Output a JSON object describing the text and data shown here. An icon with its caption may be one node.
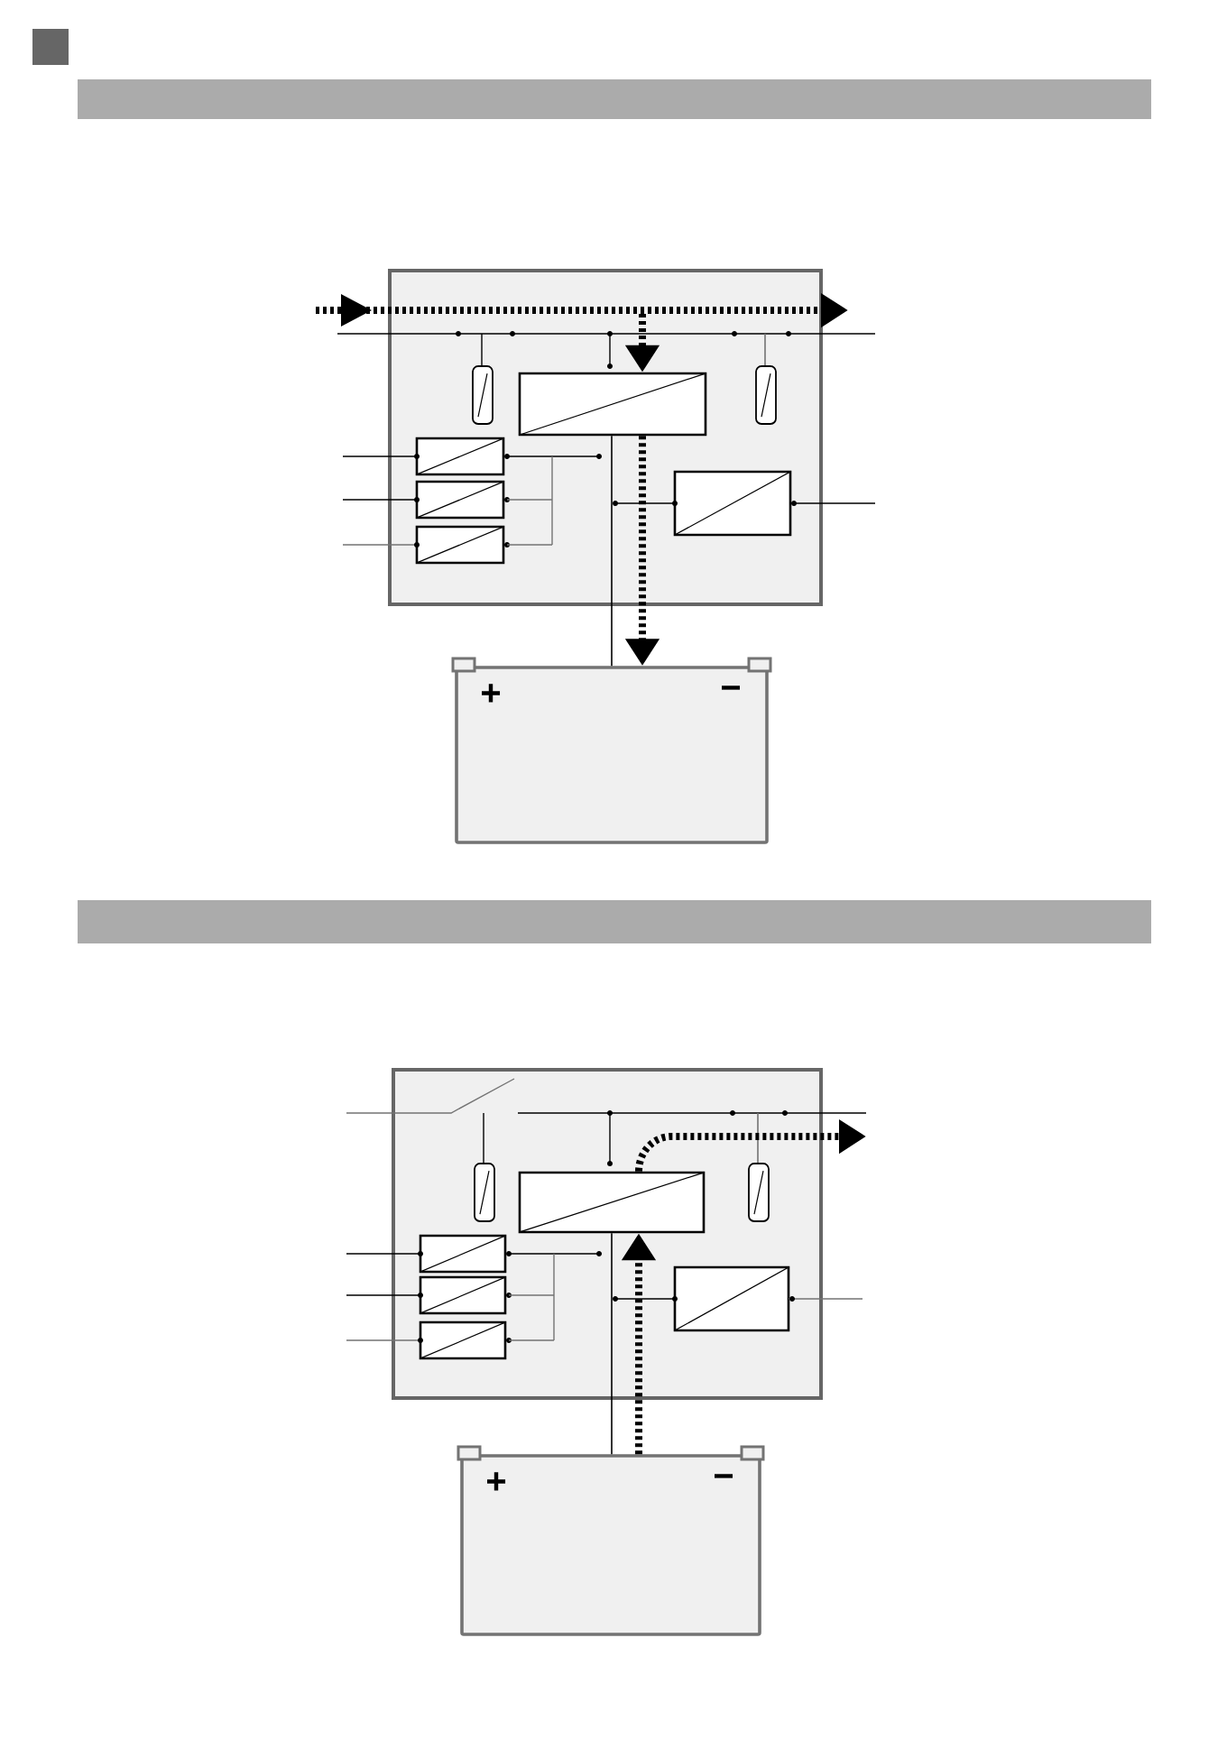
{
  "diagram": {
    "nodes": [
      {
        "text": [],
        "shape": "box"
      },
      {
        "text": [],
        "shape": "box",
        "in": 0
      },
      {
        "text": [
          "+",
          "−"
        ]
      },
      {
        "text": [],
        "shape": "box"
      },
      {
        "text": [],
        "shape": "box",
        "in": 3
      },
      {
        "text": [
          "+",
          "−"
        ]
      }
    ],
    "edges": [
      {
        "from": null,
        "to": 1,
        "arrow": "to",
        "style": "dashed"
      },
      {
        "from": 1,
        "to": 2,
        "arrow": "to",
        "style": "dashed"
      },
      {
        "from": 1,
        "to": 2,
        "arrow": "none"
      },
      {
        "from": 5,
        "to": 4,
        "arrow": "to",
        "style": "dashed"
      },
      {
        "from": 4,
        "to": null,
        "arrow": "to",
        "style": "dashed"
      },
      {
        "from": 4,
        "to": 5,
        "arrow": "none"
      }
    ]
  }
}
